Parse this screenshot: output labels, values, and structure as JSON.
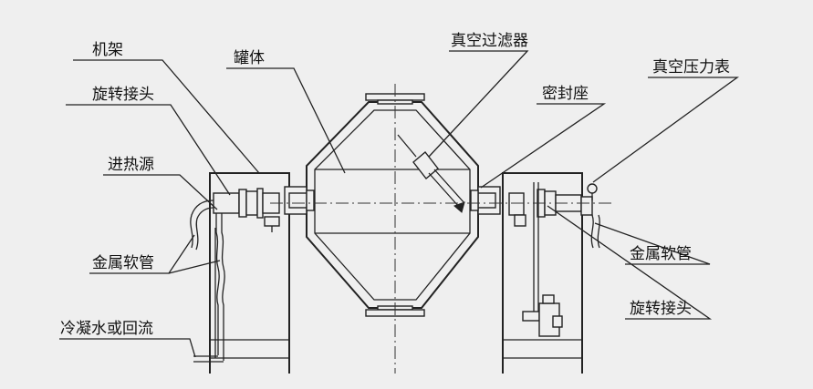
{
  "labels": {
    "frame": "机架",
    "rotary_joint_left": "旋转接头",
    "heat_inlet": "进热源",
    "metal_hose_left": "金属软管",
    "condensate_return": "冷凝水或回流",
    "tank": "罐体",
    "vacuum_filter": "真空过滤器",
    "seal_seat": "密封座",
    "vacuum_gauge": "真空压力表",
    "metal_hose_right": "金属软管",
    "rotary_joint_right": "旋转接头"
  }
}
